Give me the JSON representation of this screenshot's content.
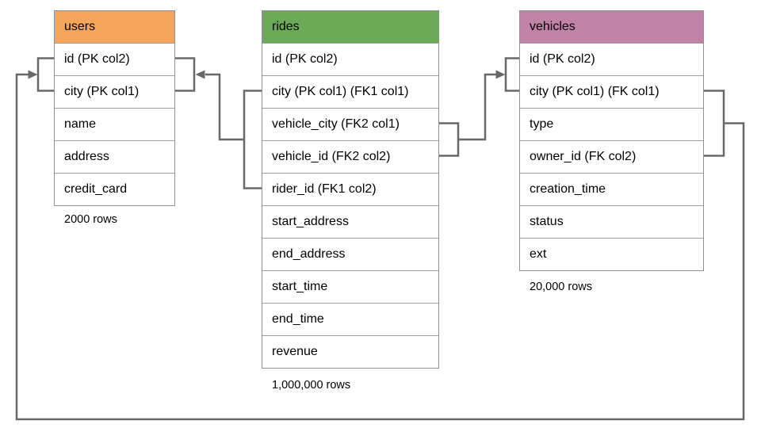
{
  "diagram": {
    "background": "#ffffff",
    "line_color": "#686868",
    "table_border_color": "#8f8f8f"
  },
  "tables": [
    {
      "name": "users",
      "header_color": "#f5a55a",
      "columns": [
        "id (PK col2)",
        "city (PK col1)",
        "name",
        "address",
        "credit_card"
      ],
      "rows_label": "2000 rows"
    },
    {
      "name": "rides",
      "header_color": "#6baa56",
      "columns": [
        "id (PK col2)",
        "city (PK col1) (FK1 col1)",
        "vehicle_city (FK2 col1)",
        "vehicle_id (FK2 col2)",
        "rider_id (FK1 col2)",
        "start_address",
        "end_address",
        "start_time",
        "end_time",
        "revenue"
      ],
      "rows_label": "1,000,000 rows"
    },
    {
      "name": "vehicles",
      "header_color": "#c183a5",
      "columns": [
        "id (PK col2)",
        "city (PK col1) (FK col1)",
        "type",
        "owner_id (FK col2)",
        "creation_time",
        "status",
        "ext"
      ],
      "rows_label": "20,000 rows"
    }
  ],
  "relationships": [
    {
      "from_table": "rides",
      "from_columns": [
        "city (FK1 col1)",
        "rider_id (FK1 col2)"
      ],
      "to_table": "users",
      "to_columns": [
        "id (PK col2)",
        "city (PK col1)"
      ]
    },
    {
      "from_table": "rides",
      "from_columns": [
        "vehicle_city (FK2 col1)",
        "vehicle_id (FK2 col2)"
      ],
      "to_table": "vehicles",
      "to_columns": [
        "id (PK col2)",
        "city (PK col1)"
      ]
    },
    {
      "from_table": "vehicles",
      "from_columns": [
        "city (FK col1)",
        "owner_id (FK col2)"
      ],
      "to_table": "users",
      "to_columns": [
        "id (PK col2)",
        "city (PK col1)"
      ]
    }
  ]
}
